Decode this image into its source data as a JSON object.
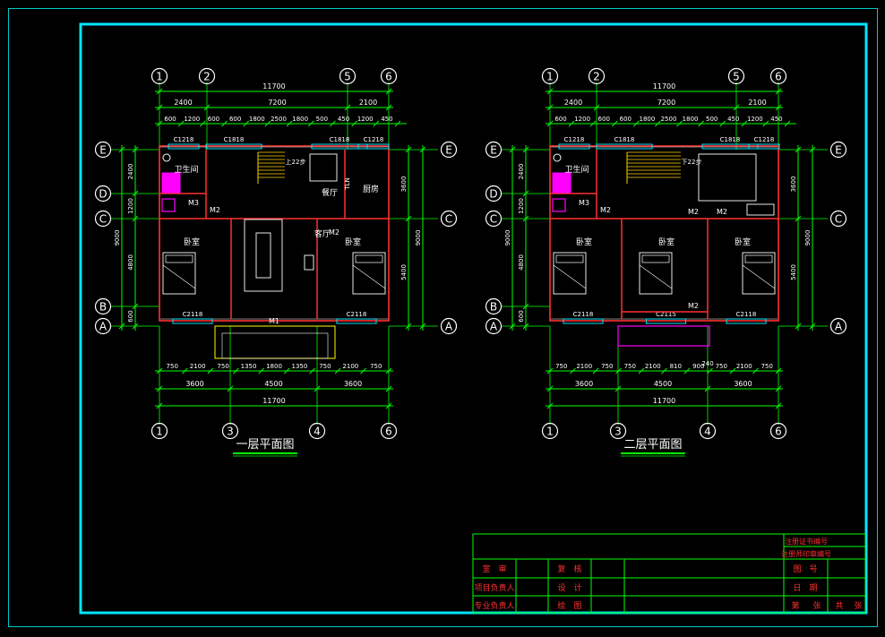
{
  "plans": [
    {
      "title": "一层平面图",
      "top_axes": [
        "1",
        "2",
        "5",
        "6"
      ],
      "bottom_axes": [
        "1",
        "3",
        "4",
        "6"
      ],
      "left_axes": [
        "E",
        "D",
        "C",
        "B",
        "A"
      ],
      "right_axes": [
        "E",
        "C",
        "A"
      ],
      "top_total": "11700",
      "top_dims_mid": [
        "2400",
        "7200",
        "2100"
      ],
      "top_dims_fine": [
        "600",
        "1200",
        "600",
        "600",
        "1800",
        "2500",
        "1800",
        "500",
        "450",
        "1200",
        "450"
      ],
      "windows_top": [
        "C1218",
        "C1818",
        "C1818",
        "C1218"
      ],
      "windows_bottom": [
        "C2118",
        "C2118"
      ],
      "rooms": [
        "卫生间",
        "餐厅",
        "厨房",
        "客厅",
        "卧室",
        "卧室"
      ],
      "doors": [
        "M3",
        "M2",
        "M2",
        "M1"
      ],
      "stair_label": "上22步",
      "fridge_label": "TLN",
      "left_dims": [
        "2400",
        "1200",
        "4800",
        "600"
      ],
      "left_total": "9000",
      "right_dims": [
        "3600",
        "5400"
      ],
      "right_total": "9000",
      "bottom_fine": [
        "750",
        "2100",
        "750",
        "1350",
        "1800",
        "1350",
        "750",
        "2100",
        "750"
      ],
      "bottom_mid": [
        "3600",
        "4500",
        "3600"
      ],
      "bottom_total": "11700"
    },
    {
      "title": "二层平面图",
      "top_axes": [
        "1",
        "2",
        "5",
        "6"
      ],
      "bottom_axes": [
        "1",
        "3",
        "4",
        "6"
      ],
      "left_axes": [
        "E",
        "D",
        "C",
        "B",
        "A"
      ],
      "right_axes": [
        "E",
        "C",
        "A"
      ],
      "top_total": "11700",
      "top_dims_mid": [
        "2400",
        "7200",
        "2100"
      ],
      "top_dims_fine": [
        "600",
        "1200",
        "600",
        "600",
        "1800",
        "2500",
        "1800",
        "500",
        "450",
        "1200",
        "450"
      ],
      "windows_top": [
        "C1218",
        "C1818",
        "C1818",
        "C1218"
      ],
      "windows_bottom": [
        "C2118",
        "C2115",
        "C2118"
      ],
      "rooms": [
        "卫生间",
        "卧室",
        "卧室",
        "卧室"
      ],
      "doors": [
        "M3",
        "M2",
        "M2",
        "M2",
        "M2"
      ],
      "stair_label": "下22步",
      "left_dims": [
        "2400",
        "1200",
        "4800",
        "600"
      ],
      "left_total": "9000",
      "right_dims": [
        "3600",
        "5400"
      ],
      "right_total": "9000",
      "bottom_fine": [
        "750",
        "2100",
        "750",
        "750",
        "2100",
        "810",
        "900",
        "750",
        "2100",
        "750"
      ],
      "bottom_note": "240",
      "bottom_mid": [
        "3600",
        "4500",
        "3600"
      ],
      "bottom_total": "11700"
    }
  ],
  "title_block": {
    "labels_left": [
      "室　审",
      "项目负责人",
      "专业负责人"
    ],
    "labels_mid": [
      "复　核",
      "设　计",
      "绘　图"
    ],
    "stamp_1": "注册证书编号",
    "stamp_2": "注册师印章编号",
    "labels_right": [
      "图　号",
      "日　期"
    ],
    "sheet_info": [
      "第",
      "张",
      "共",
      "张"
    ]
  }
}
